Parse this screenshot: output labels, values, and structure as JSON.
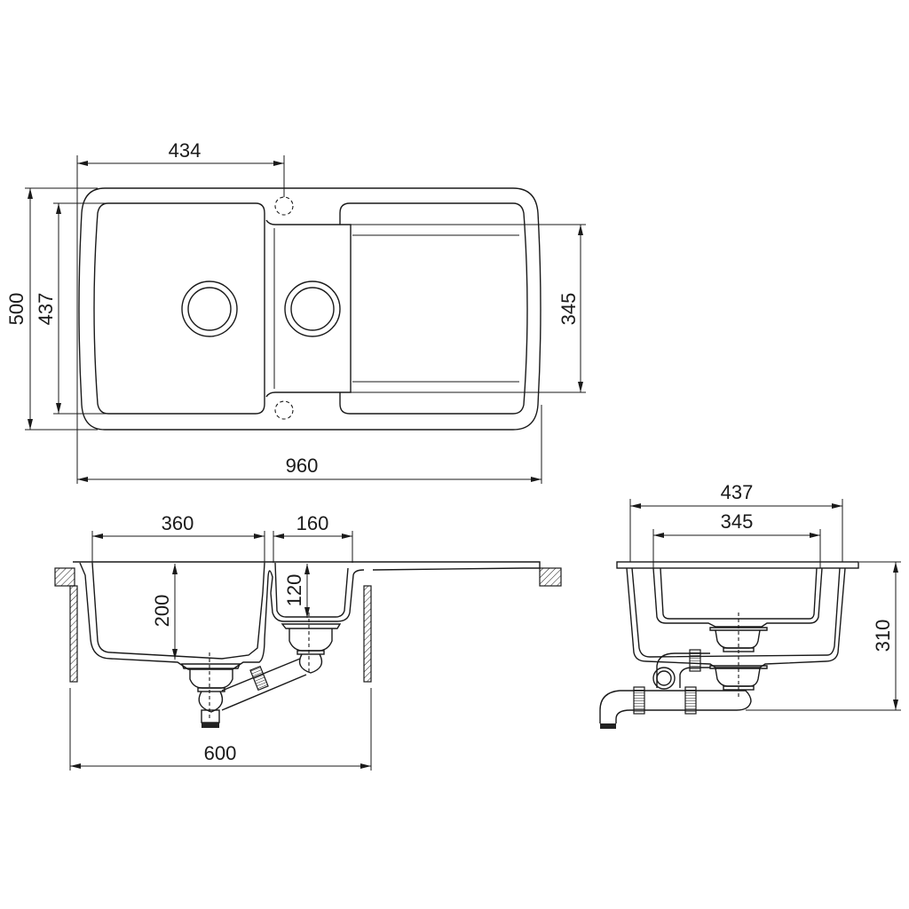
{
  "drawing": {
    "title": "Kitchen sink dimension drawing (1.5 bowl with drainer)",
    "units": "mm",
    "line_color": "#1a1a1a",
    "background": "#ffffff",
    "top_view": {
      "dimensions": {
        "tap_hole_offset": "434",
        "overall_depth": "500",
        "bowl_depth": "437",
        "drainer_depth": "345",
        "overall_width": "960"
      }
    },
    "front_section": {
      "dimensions": {
        "main_bowl_width": "360",
        "half_bowl_width": "160",
        "main_bowl_depth": "200",
        "half_bowl_depth": "120",
        "cabinet_width": "600"
      }
    },
    "side_section": {
      "dimensions": {
        "outer_depth": "437",
        "inner_depth": "345",
        "total_height": "310"
      }
    }
  }
}
